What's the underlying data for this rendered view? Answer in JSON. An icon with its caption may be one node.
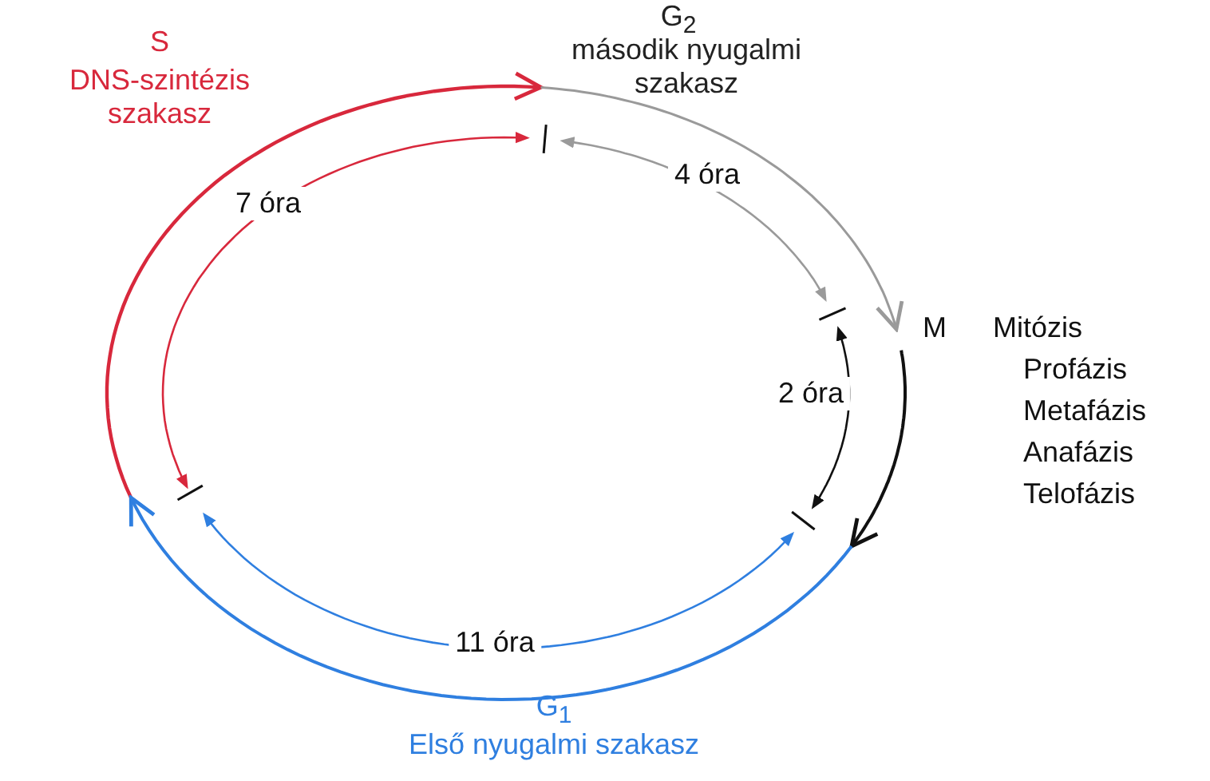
{
  "diagram": {
    "labels": [
      "S",
      "DNS-szintézis szakasz",
      "G$_{2}$",
      "második nyugalmi szakasz",
      "7 óra",
      "4 óra",
      "M",
      "Mitózis",
      "Profázis",
      "Metafázis",
      "Anafázis",
      "Telofázis",
      "2 óra",
      "11 óra",
      "G$_{1}$",
      "Első nyugalmi szakasz"
    ]
  }
}
